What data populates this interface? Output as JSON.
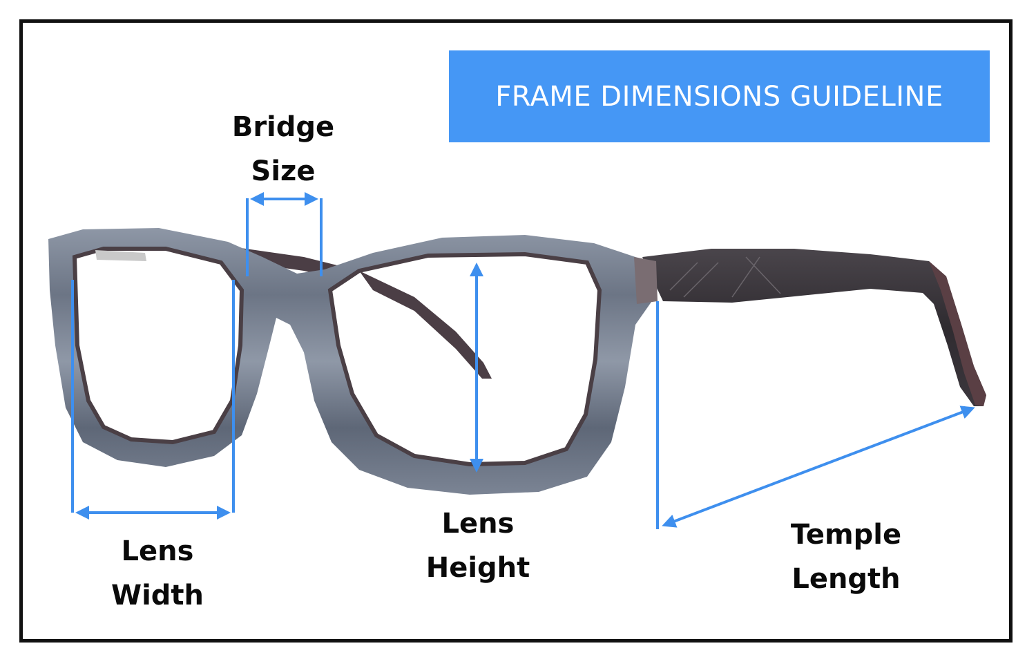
{
  "banner": {
    "title": "FRAME DIMENSIONS GUIDELINE",
    "color": "#4597f5"
  },
  "labels": {
    "bridge_size": [
      "Bridge",
      "Size"
    ],
    "lens_width": [
      "Lens",
      "Width"
    ],
    "lens_height": [
      "Lens",
      "Height"
    ],
    "temple_length": [
      "Temple",
      "Length"
    ]
  },
  "colors": {
    "measure_line": "#3e8fee",
    "frame_front": "#5b6575",
    "frame_front_light": "#9aa3b0",
    "temple": "#3f3b40",
    "inner_rim": "#4a3f45",
    "border": "#111111"
  }
}
